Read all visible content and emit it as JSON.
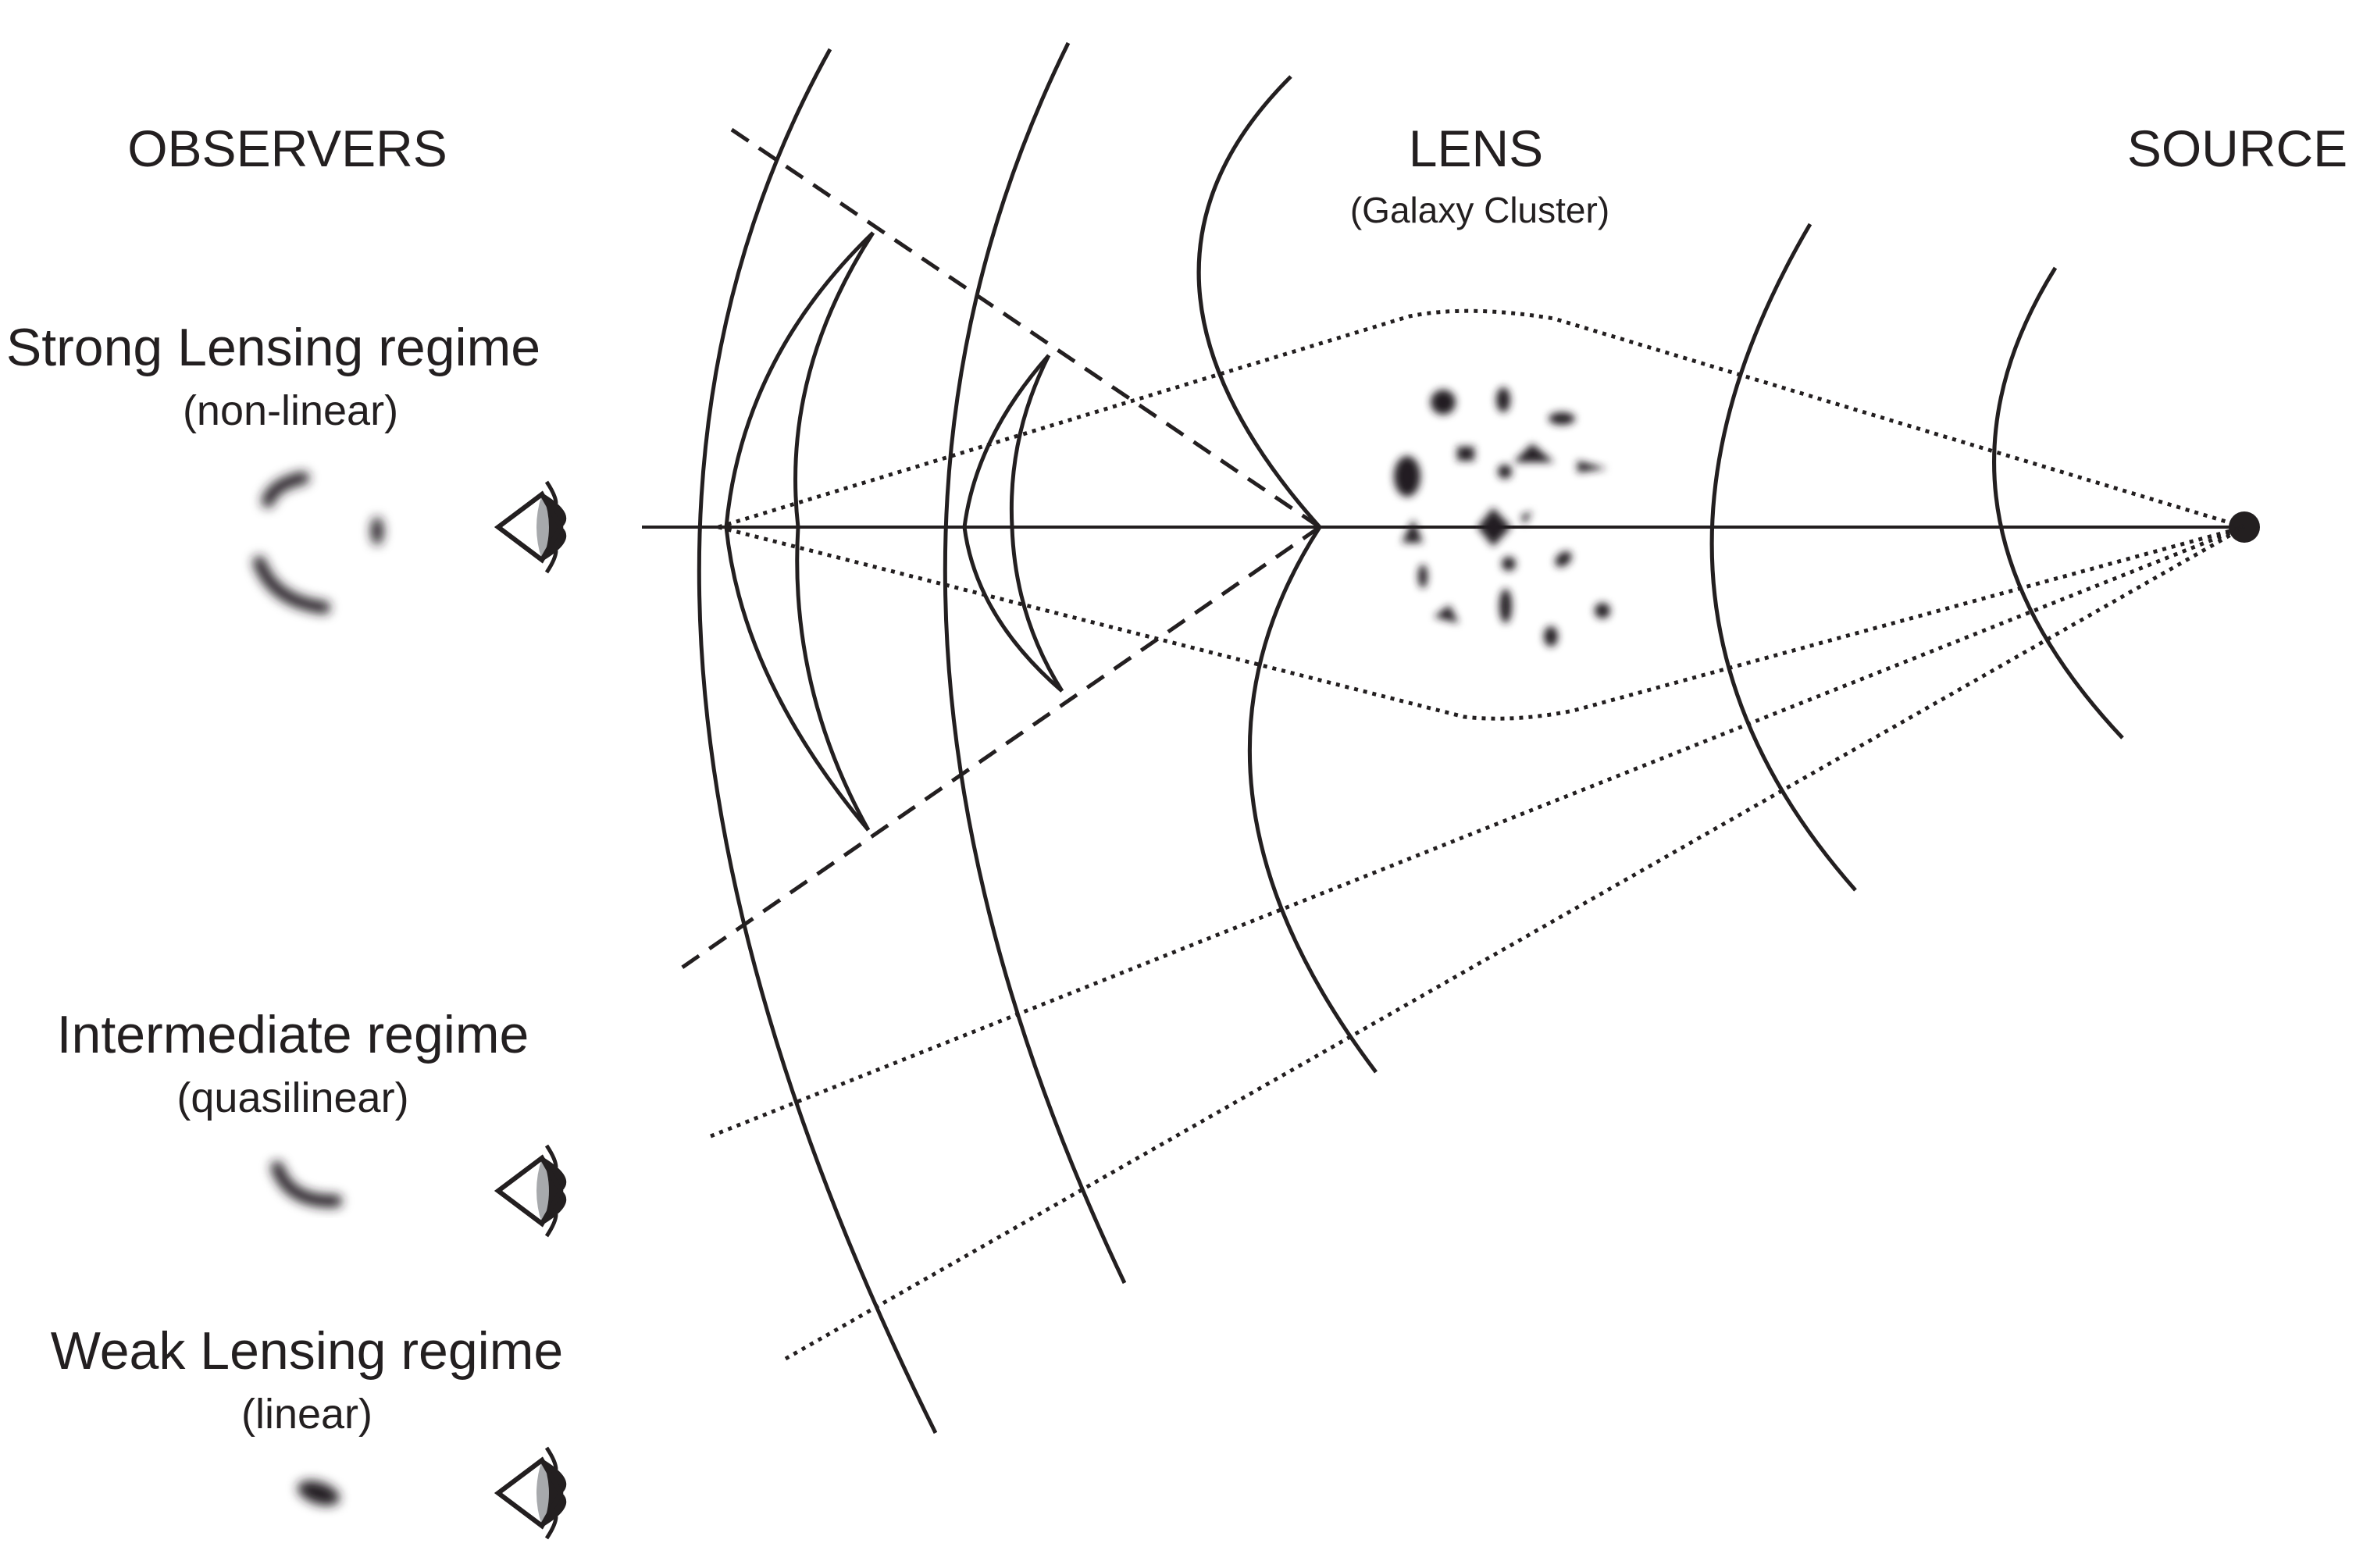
{
  "labels": {
    "observers": "OBSERVERS",
    "lens": "LENS",
    "lens_sub": "(Galaxy Cluster)",
    "source": "SOURCE",
    "strong": "Strong Lensing regime",
    "strong_sub": "(non-linear)",
    "intermediate": "Intermediate regime",
    "intermediate_sub": "(quasilinear)",
    "weak": "Weak Lensing regime",
    "weak_sub": "(linear)"
  },
  "icons": {
    "observer": "eye-icon",
    "source": "point-source-icon",
    "lens": "galaxy-cluster-icon"
  },
  "colors": {
    "ink": "#231f20",
    "eye_fill": "#a7a9ac",
    "background": "#ffffff"
  }
}
